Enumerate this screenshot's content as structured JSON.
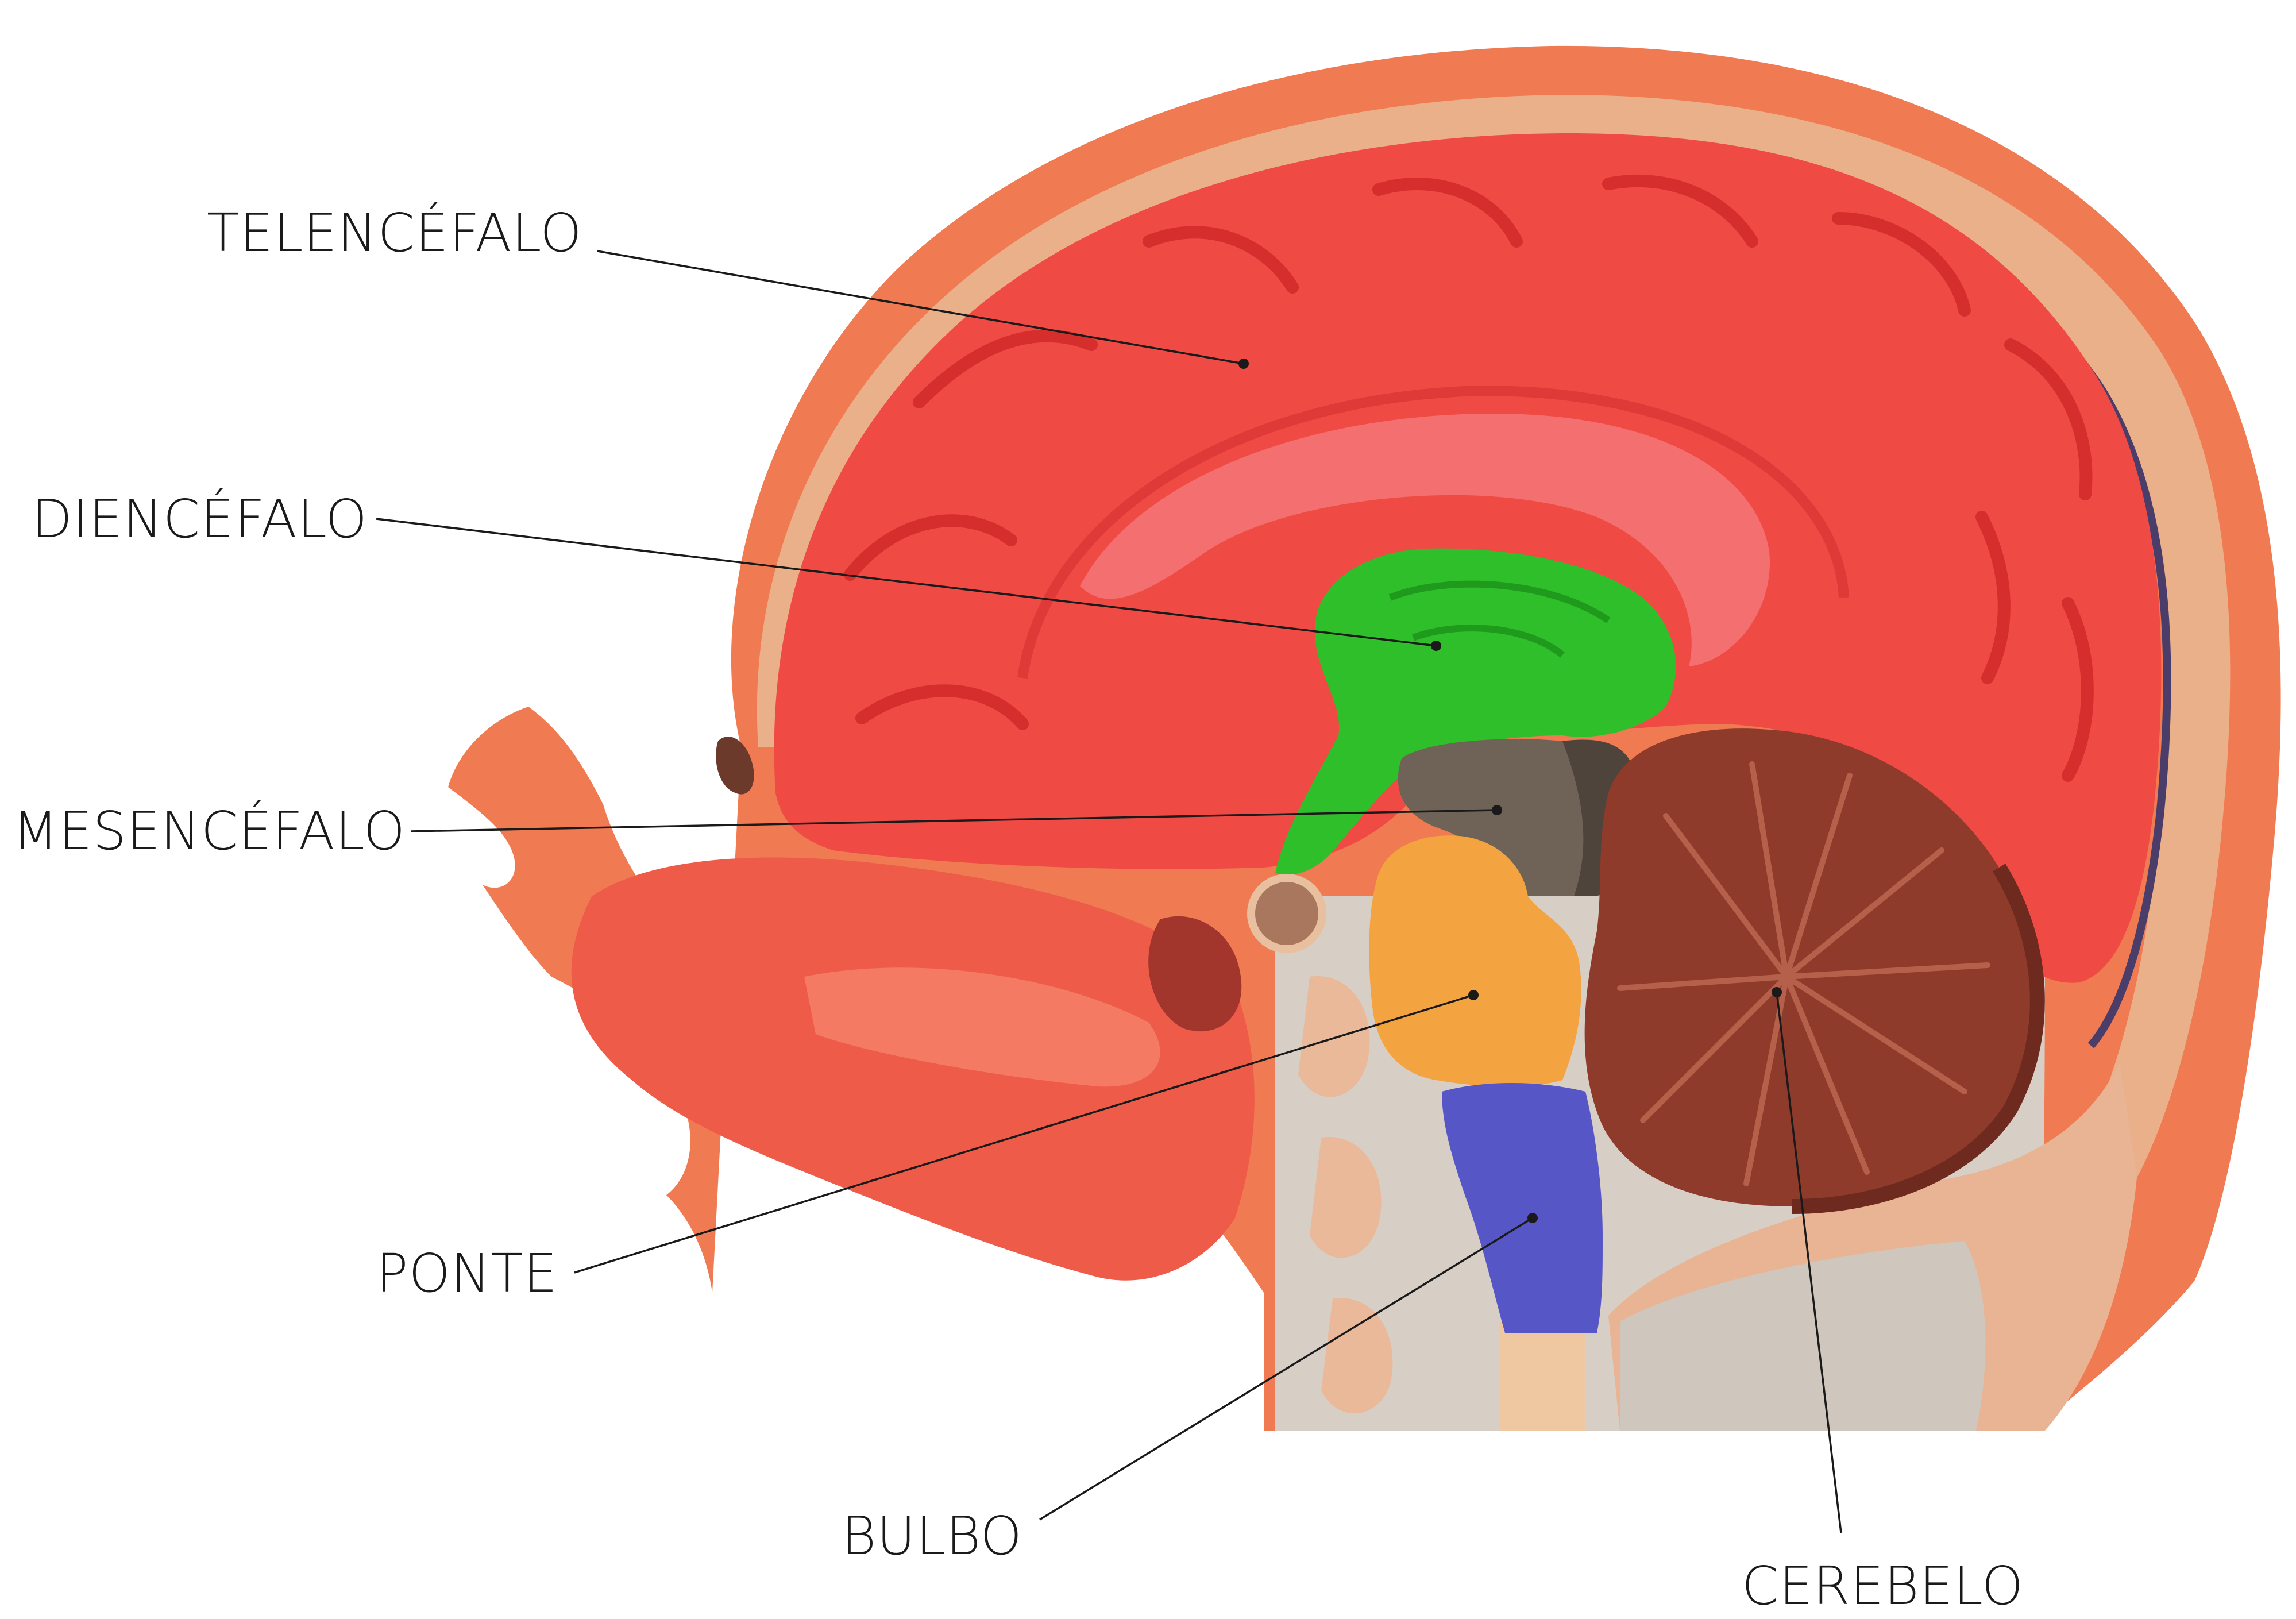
{
  "colors": {
    "telencefalo": "#f04a45",
    "telencefalo_dark": "#d8322f",
    "diencefalo": "#2fbf2a",
    "mesencefalo": "#6f6256",
    "ponte": "#f3a340",
    "bulbo": "#5656c6",
    "cerebelo": "#8f3b2b",
    "skin": "#f06a4a",
    "bone": "#e9c2a4",
    "tissue": "#d9d2c8"
  },
  "labels": {
    "telencefalo": "TELENCÉFALO",
    "diencefalo": "DIENCÉFALO",
    "mesencefalo": "MESENCÉFALO",
    "ponte": "PONTE",
    "bulbo": "BULBO",
    "cerebelo": "CEREBELO"
  }
}
